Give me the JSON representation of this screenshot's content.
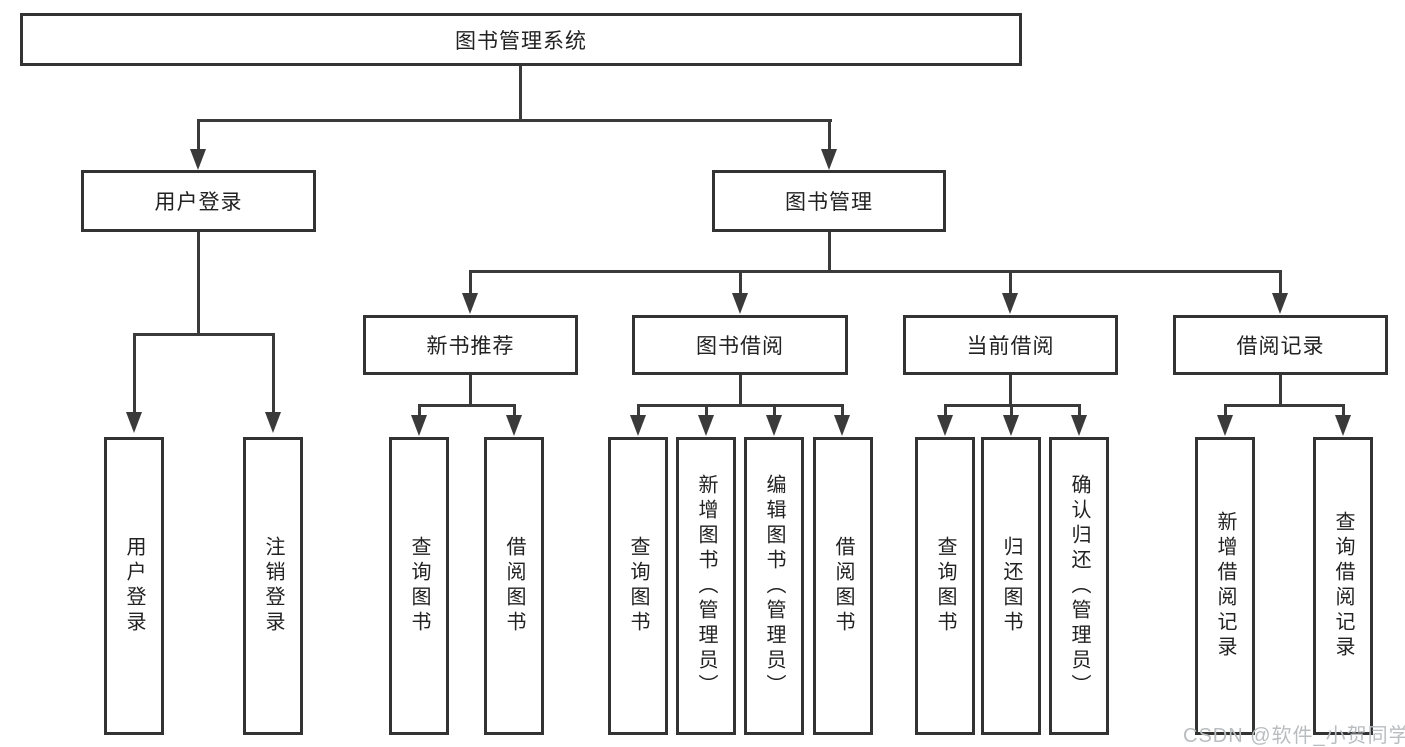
{
  "tree": {
    "label": "图书管理系统",
    "children": [
      {
        "label": "用户登录",
        "children": [
          {
            "label": "用户登录"
          },
          {
            "label": "注销登录"
          }
        ]
      },
      {
        "label": "图书管理",
        "children": [
          {
            "label": "新书推荐",
            "children": [
              {
                "label": "查询图书"
              },
              {
                "label": "借阅图书"
              }
            ]
          },
          {
            "label": "图书借阅",
            "children": [
              {
                "label": "查询图书"
              },
              {
                "label": "新增图书（管理员）"
              },
              {
                "label": "编辑图书（管理员）"
              },
              {
                "label": "借阅图书"
              }
            ]
          },
          {
            "label": "当前借阅",
            "children": [
              {
                "label": "查询图书"
              },
              {
                "label": "归还图书"
              },
              {
                "label": "确认归还（管理员）"
              }
            ]
          },
          {
            "label": "借阅记录",
            "children": [
              {
                "label": "新增借阅记录"
              },
              {
                "label": "查询借阅记录"
              }
            ]
          }
        ]
      }
    ]
  },
  "watermark": "CSDN @软件_小贺同学",
  "colors": {
    "line": "#3a3a3a",
    "border": "#333333",
    "text": "#222222",
    "background": "#ffffff",
    "watermark": "#b9bdbf"
  }
}
